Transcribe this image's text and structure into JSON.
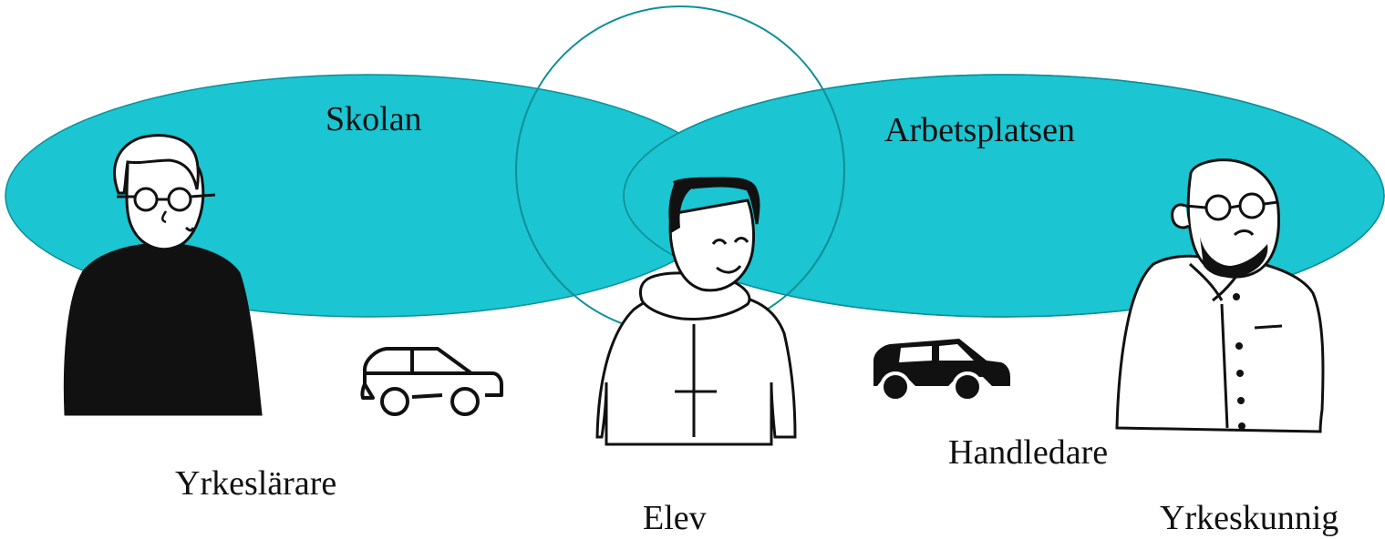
{
  "diagram": {
    "regions": {
      "school_label": "Skolan",
      "workplace_label": "Arbetsplatsen"
    },
    "people": {
      "teacher_label": "Yrkeslärare",
      "student_label": "Elev",
      "supervisor_label": "Handledare",
      "professional_label": "Yrkeskunnig"
    },
    "icons": {
      "left_car": "car-outline-icon",
      "right_car": "car-filled-icon"
    }
  },
  "colors": {
    "region_fill": "#1bc5d1",
    "region_stroke": "#0f8f98",
    "ink": "#111111",
    "background": "#ffffff"
  }
}
